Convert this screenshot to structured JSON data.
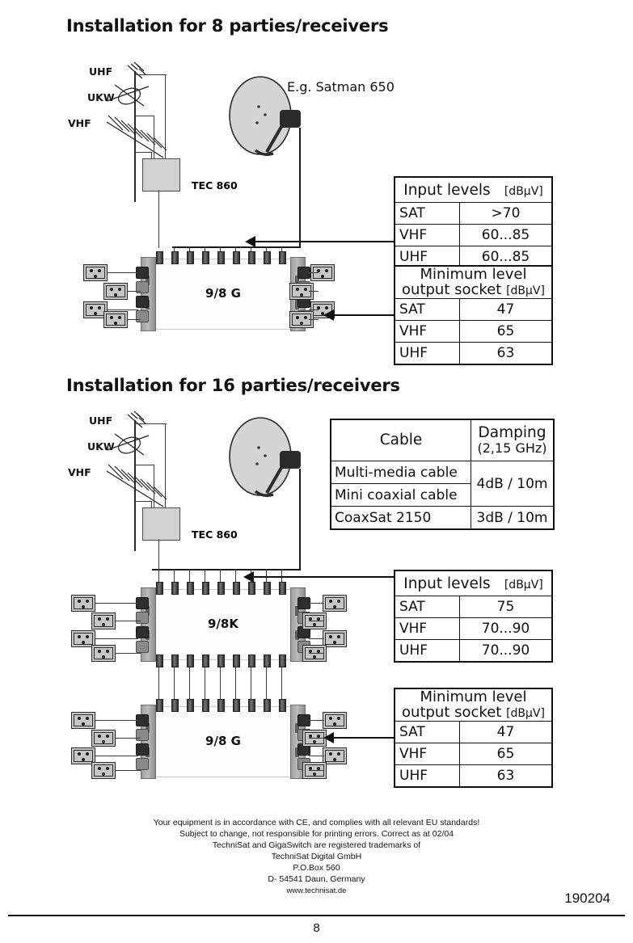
{
  "sections": {
    "first": {
      "title": "Installation for 8 parties/receivers",
      "dish_label": "E.g. Satman 650",
      "amplifier_label": "TEC 860",
      "antenna_labels": [
        "UHF",
        "UKW",
        "VHF"
      ],
      "device_label": "9/8 G",
      "input_levels": {
        "header_main": "Input levels",
        "header_unit": "[dBµV]",
        "rows": [
          {
            "label": "SAT",
            "value": ">70"
          },
          {
            "label": "VHF",
            "value": "60...85"
          },
          {
            "label": "UHF",
            "value": "60...85"
          }
        ]
      },
      "minimum_level": {
        "header_line1": "Minimum level",
        "header_line2": "output socket",
        "header_unit": "[dBµV]",
        "rows": [
          {
            "label": "SAT",
            "value": "47"
          },
          {
            "label": "VHF",
            "value": "65"
          },
          {
            "label": "UHF",
            "value": "63"
          }
        ]
      }
    },
    "second": {
      "title": "Installation for 16 parties/receivers",
      "amplifier_label": "TEC 860",
      "antenna_labels": [
        "UHF",
        "UKW",
        "VHF"
      ],
      "device_label_top": "9/8K",
      "device_label_bottom": "9/8 G",
      "cable_table": {
        "header_cable": "Cable",
        "header_damping_main": "Damping",
        "header_damping_sub": "(2,15 GHz)",
        "rows": [
          {
            "cable": "Multi-media cable",
            "damping": "4dB / 10m"
          },
          {
            "cable": "Mini coaxial cable",
            "damping": "4dB / 10m"
          },
          {
            "cable": "CoaxSat 2150",
            "damping": "3dB / 10m"
          }
        ]
      },
      "input_levels": {
        "header_main": "Input levels",
        "header_unit": "[dBµV]",
        "rows": [
          {
            "label": "SAT",
            "value": "75"
          },
          {
            "label": "VHF",
            "value": "70...90"
          },
          {
            "label": "UHF",
            "value": "70...90"
          }
        ]
      },
      "minimum_level": {
        "header_line1": "Minimum level",
        "header_line2": "output socket",
        "header_unit": "[dBµV]",
        "rows": [
          {
            "label": "SAT",
            "value": "47"
          },
          {
            "label": "VHF",
            "value": "65"
          },
          {
            "label": "UHF",
            "value": "63"
          }
        ]
      }
    }
  },
  "footer": {
    "line1": "Your equipment is in accordance with CE, and complies with all relevant EU standards!",
    "line2": "Subject to change, not responsible for printing errors. Correct as at 02/04",
    "line3": "TechniSat  and GigaSwitch are registered trademarks of",
    "line4": "TechniSat Digital GmbH",
    "line5": "P.O.Box 560",
    "line6": "D- 54541 Daun, Germany",
    "line7": "www.technisat.de",
    "doc_code": "190204",
    "page_number": "8"
  }
}
